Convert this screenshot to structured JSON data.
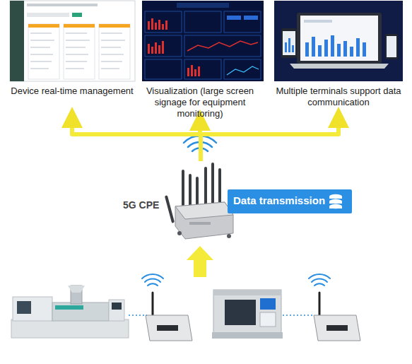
{
  "diagram": {
    "nodes": [
      {
        "text": [
          "Device real-time management"
        ]
      },
      {
        "text": [
          "Visualization (large screen signage for equipment monitoring)"
        ]
      },
      {
        "text": [
          "Multiple terminals support data communication"
        ]
      },
      {
        "text": [
          "5G CPE"
        ]
      },
      {
        "text": [
          "Data transmission"
        ]
      }
    ],
    "edges": [
      {
        "from": 3,
        "to": 0,
        "arrow": "to"
      },
      {
        "from": 3,
        "to": 1,
        "arrow": "to"
      },
      {
        "from": 3,
        "to": 2,
        "arrow": "to"
      }
    ]
  }
}
